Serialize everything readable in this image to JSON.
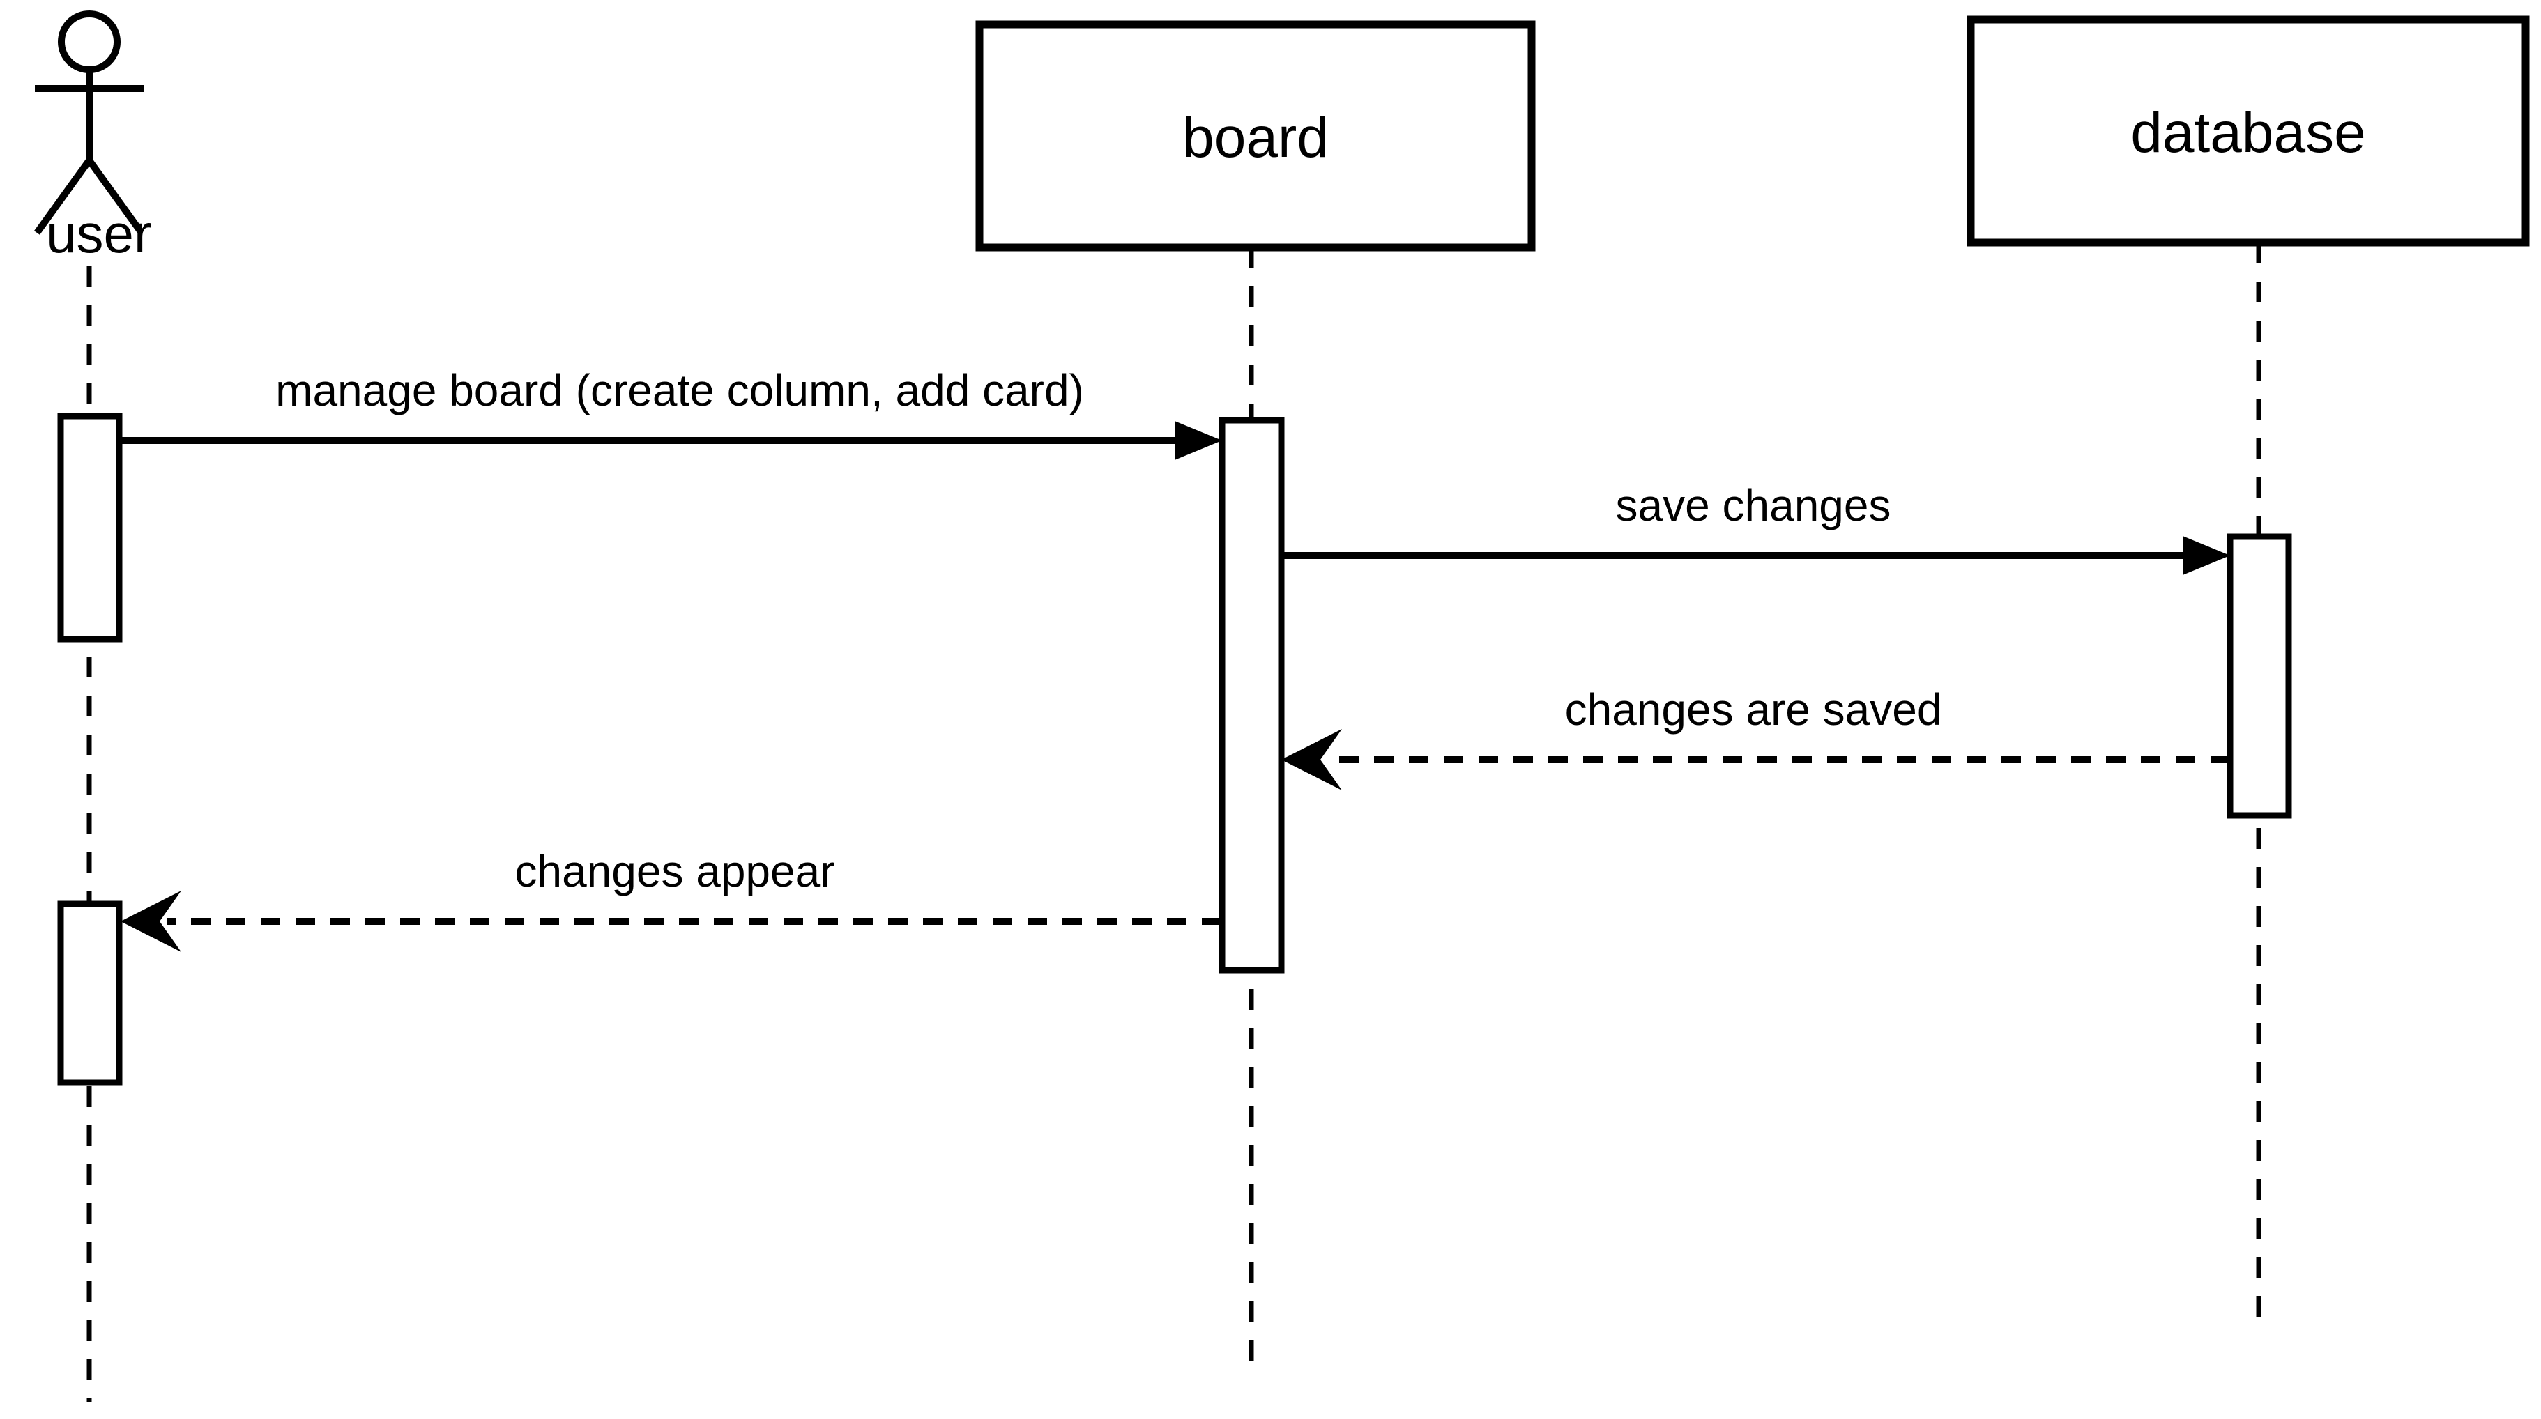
{
  "diagram": {
    "kind": "uml-sequence-diagram",
    "colors": {
      "background": "#ffffff",
      "line": "#000000",
      "text": "#000000"
    },
    "icons": {
      "actor": "stick-figure-icon"
    },
    "participants": [
      {
        "id": "user",
        "label": "user",
        "type": "actor"
      },
      {
        "id": "board",
        "label": "board",
        "type": "object"
      },
      {
        "id": "database",
        "label": "database",
        "type": "object"
      }
    ],
    "messages": [
      {
        "label": "manage board (create column, add card)",
        "from": "user",
        "to": "board",
        "line": "solid",
        "arrowhead": "filled-triangle"
      },
      {
        "label": "save changes",
        "from": "board",
        "to": "database",
        "line": "solid",
        "arrowhead": "filled-triangle"
      },
      {
        "label": "changes are saved",
        "from": "database",
        "to": "board",
        "line": "dashed",
        "arrowhead": "filled-barb"
      },
      {
        "label": "changes appear",
        "from": "board",
        "to": "user",
        "line": "dashed",
        "arrowhead": "filled-barb"
      }
    ],
    "activations": [
      {
        "lifeline": "user",
        "index": 1
      },
      {
        "lifeline": "user",
        "index": 2
      },
      {
        "lifeline": "board",
        "index": 1
      },
      {
        "lifeline": "database",
        "index": 1
      }
    ]
  }
}
